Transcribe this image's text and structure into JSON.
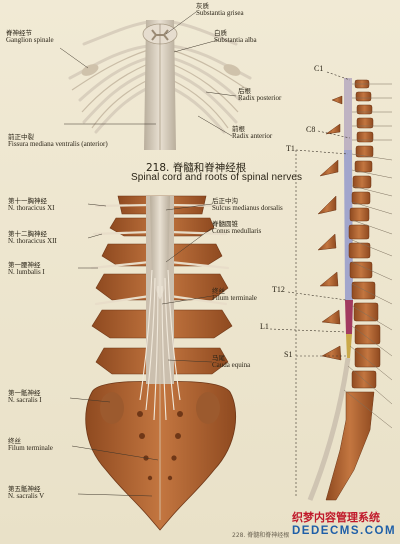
{
  "figure_title_zh": "218. 脊髓和脊神经根",
  "figure_title_en": "Spinal cord and roots of spinal nerves",
  "labels": {
    "gray_matter": {
      "zh": "灰质",
      "en": "Substantia grisea"
    },
    "white_matter": {
      "zh": "白质",
      "en": "Substantia alba"
    },
    "spinal_ganglion": {
      "zh": "脊神经节",
      "en": "Ganglion spinale"
    },
    "posterior_root": {
      "zh": "后根",
      "en": "Radix posterior"
    },
    "anterior_root": {
      "zh": "前根",
      "en": "Radix anterior"
    },
    "anterior_fissure": {
      "zh": "前正中裂",
      "en": "Fissura mediana ventralis (anterior)"
    },
    "thoracic_11": {
      "zh": "第十一胸神经",
      "en": "N. thoracicus XI"
    },
    "thoracic_12": {
      "zh": "第十二胸神经",
      "en": "N. thoracicus XII"
    },
    "lumbar_1": {
      "zh": "第一腰神经",
      "en": "N. lumbalis I"
    },
    "posterior_sulcus": {
      "zh": "后正中沟",
      "en": "Sulcus medianus dorsalis"
    },
    "conus": {
      "zh": "脊髓圆锥",
      "en": "Conus medullaris"
    },
    "filum_terminale_int": {
      "zh": "终丝",
      "en": "Filum terminale"
    },
    "cauda_equina": {
      "zh": "马尾",
      "en": "Cauda equina"
    },
    "sacral_1": {
      "zh": "第一骶神经",
      "en": "N. sacralis I"
    },
    "filum_terminale_ext": {
      "zh": "终丝",
      "en": "Filum terminale"
    },
    "sacral_5": {
      "zh": "第五骶神经",
      "en": "N. sacralis V"
    }
  },
  "segment_markers": {
    "c1": "C1",
    "c8": "C8",
    "t1": "T1",
    "t12": "T12",
    "l1": "L1",
    "s1": "S1"
  },
  "watermark": {
    "line1": "织梦内容管理系统",
    "line2": "DEDECMS.COM"
  },
  "page_caption": "228. 脊髓和脊神经根",
  "colors": {
    "bone": "#b3622e",
    "cord": "#d8cfc0",
    "nerve": "#e9dfcf",
    "cervical": "#bfb3c2",
    "thoracic": "#a2a6cc",
    "lumbar": "#a23a60",
    "sacral": "#caa94a"
  }
}
